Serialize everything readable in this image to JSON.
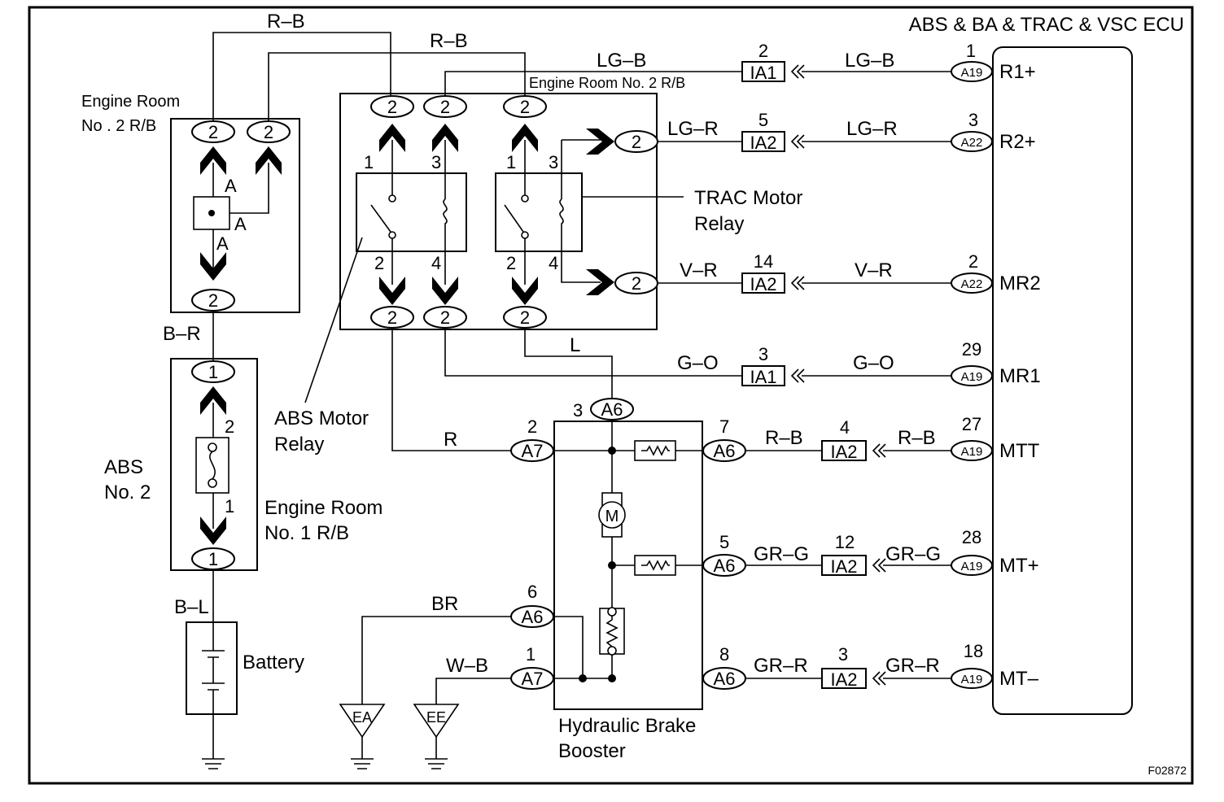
{
  "ecu": {
    "title": "ABS & BA & TRAC & VSC ECU",
    "terminals": [
      {
        "name": "R1+",
        "pin": "1",
        "connector": "A19"
      },
      {
        "name": "R2+",
        "pin": "3",
        "connector": "A22"
      },
      {
        "name": "MR2",
        "pin": "2",
        "connector": "A22"
      },
      {
        "name": "MR1",
        "pin": "29",
        "connector": "A19"
      },
      {
        "name": "MTT",
        "pin": "27",
        "connector": "A19"
      },
      {
        "name": "MT+",
        "pin": "28",
        "connector": "A19"
      },
      {
        "name": "MT–",
        "pin": "18",
        "connector": "A19"
      }
    ]
  },
  "junctions": [
    {
      "name": "IA1",
      "pin": "2"
    },
    {
      "name": "IA2",
      "pin": "5"
    },
    {
      "name": "IA2",
      "pin": "14"
    },
    {
      "name": "IA1",
      "pin": "3"
    },
    {
      "name": "IA2",
      "pin": "4"
    },
    {
      "name": "IA2",
      "pin": "12"
    },
    {
      "name": "IA2",
      "pin": "3"
    }
  ],
  "wire_colors": {
    "rb": "R–B",
    "lgb": "LG–B",
    "lgr": "LG–R",
    "vr": "V–R",
    "go": "G–O",
    "grg": "GR–G",
    "grr": "GR–R",
    "br_top": "B–R",
    "bl": "B–L",
    "l": "L",
    "r": "R",
    "brown": "BR",
    "wb": "W–B"
  },
  "labels": {
    "er2_left_line1": "Engine Room",
    "er2_left_line2": "No . 2 R/B",
    "er2_main": "Engine Room No. 2 R/B",
    "trac_line1": "TRAC Motor",
    "trac_line2": "Relay",
    "abs_relay_line1": "ABS Motor",
    "abs_relay_line2": "Relay",
    "abs_fuse_line1": "ABS",
    "abs_fuse_line2": "No. 2",
    "er1_line1": "Engine Room",
    "er1_line2": "No. 1 R/B",
    "battery": "Battery",
    "booster_line1": "Hydraulic Brake",
    "booster_line2": "Booster",
    "figure_id": "F02872"
  },
  "connectors": {
    "two": "2",
    "one": "1",
    "a6": "A6",
    "a7": "A7",
    "junction_a": "A"
  },
  "pin_numbers": {
    "one": "1",
    "two": "2",
    "three": "3",
    "four": "4",
    "five": "5",
    "six": "6",
    "seven": "7",
    "eight": "8"
  },
  "grounds": {
    "ea": "EA",
    "ee": "EE"
  },
  "motor": "M"
}
